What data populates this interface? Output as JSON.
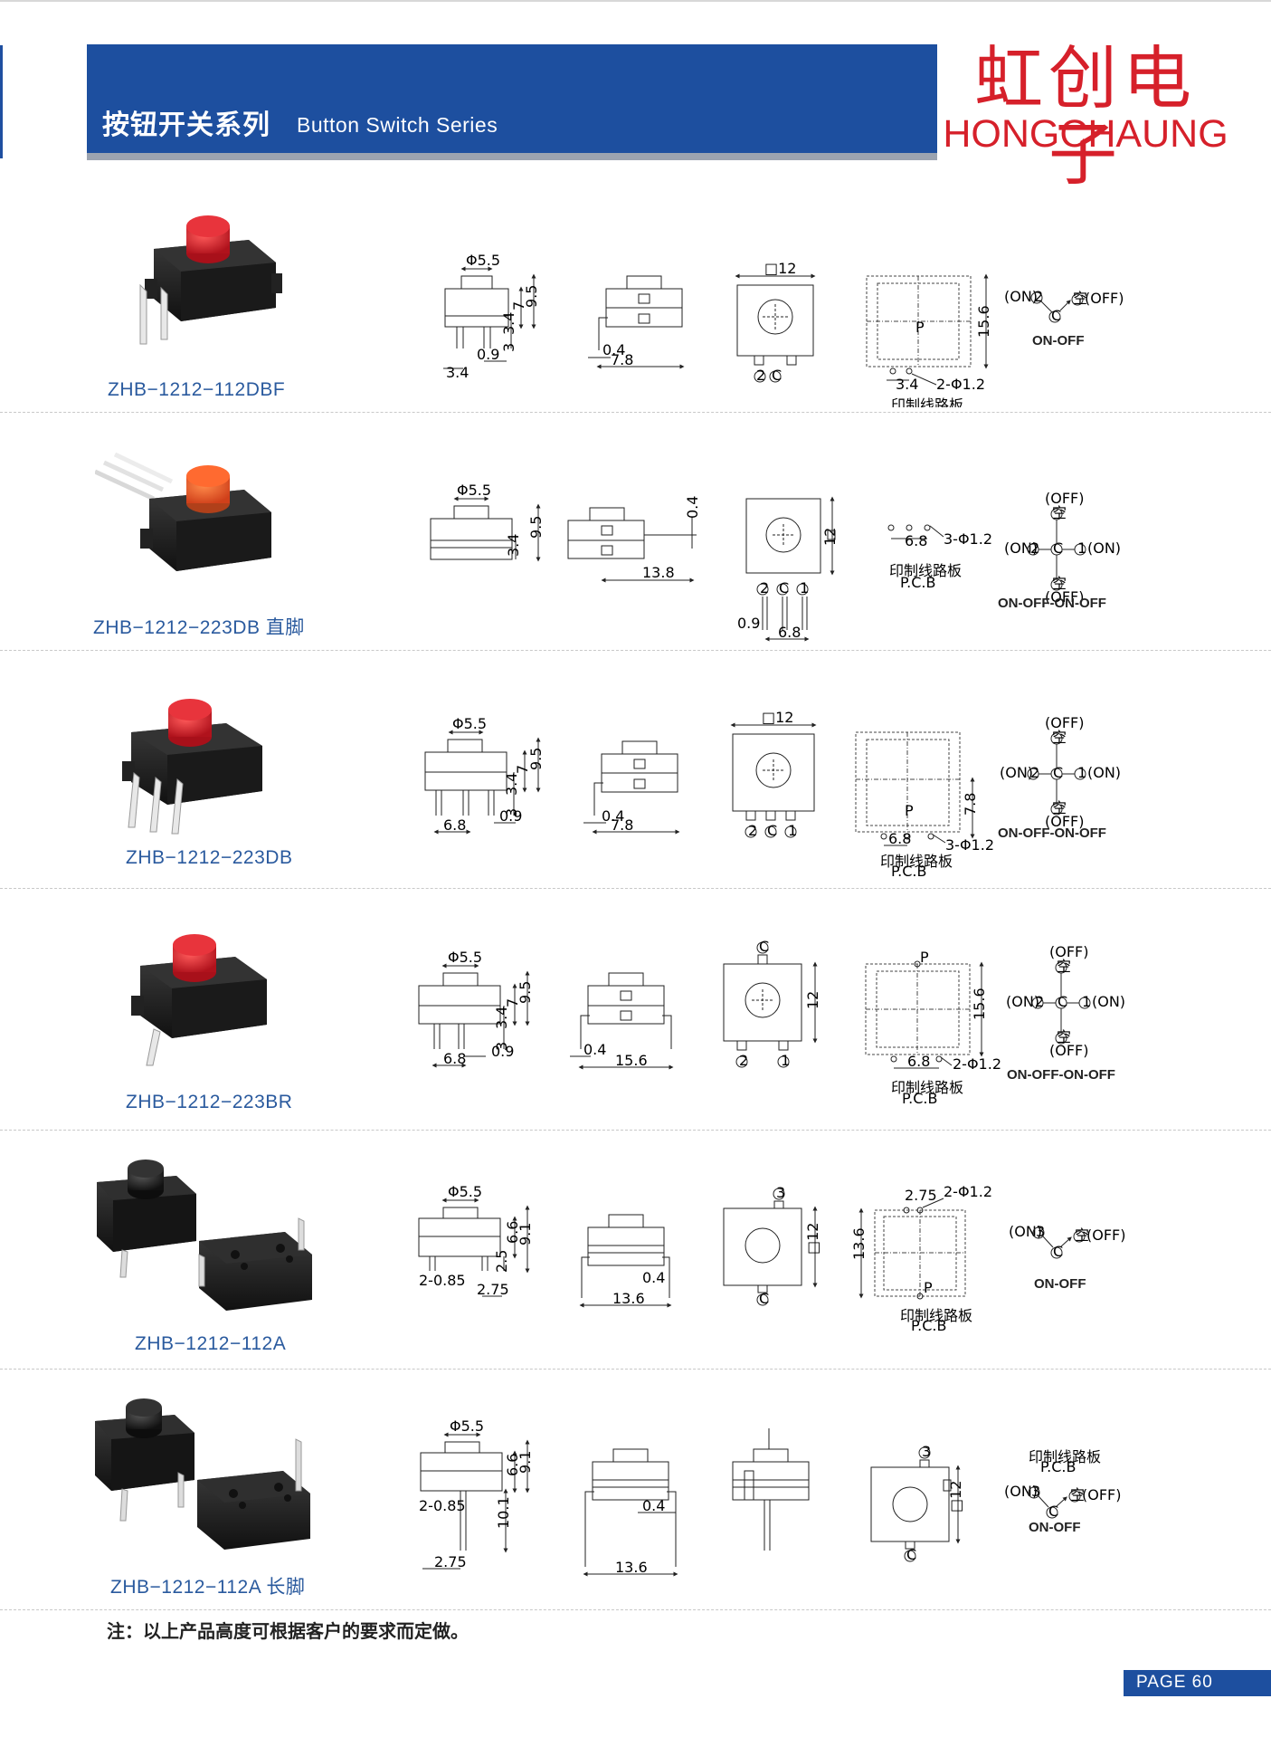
{
  "header": {
    "title_cn": "按钮开关系列",
    "title_en": "Button Switch Series"
  },
  "brand": {
    "name_cn": "虹创电子",
    "name_en": "HONGCHAUNG",
    "color": "#d6202a"
  },
  "colors": {
    "header_blue": "#1d4f9f",
    "model_text": "#2a5a9e",
    "button_red": "#d8232d"
  },
  "dims": {
    "d55": "Φ5.5",
    "v95": "9.5",
    "v7": "7",
    "v34": "3.4",
    "v3": "3",
    "v09": "0.9",
    "v04": "0.4",
    "v78": "7.8",
    "v138": "13.8",
    "v156": "15.6",
    "v136": "13.6",
    "v12": "□12",
    "v12b": "12",
    "v68": "6.8",
    "h2_12": "2-Φ1.2",
    "h3_12": "3-Φ1.2",
    "v66": "6.6",
    "v91": "9.1",
    "v25": "2.5",
    "v2085": "2-0.85",
    "v275": "2.75",
    "v101": "10.1",
    "p": "P",
    "pcb_cn": "印制线路板",
    "pcb_en": "P.C.B",
    "on": "(ON)",
    "off": "(OFF)",
    "kong": "空",
    "c": "C",
    "one": "1",
    "two": "2",
    "three": "3"
  },
  "products": [
    {
      "model": "ZHB−1212−112DBF",
      "type": "ON-OFF"
    },
    {
      "model": "ZHB−1212−223DB 直脚",
      "type": "ON-OFF-ON-OFF"
    },
    {
      "model": "ZHB−1212−223DB",
      "type": "ON-OFF-ON-OFF"
    },
    {
      "model": "ZHB−1212−223BR",
      "type": "ON-OFF-ON-OFF"
    },
    {
      "model": "ZHB−1212−112A",
      "type": "ON-OFF"
    },
    {
      "model": "ZHB−1212−112A 长脚",
      "type": "ON-OFF"
    }
  ],
  "note": "注：以上产品高度可根据客户的要求而定做。",
  "page": "PAGE 60"
}
